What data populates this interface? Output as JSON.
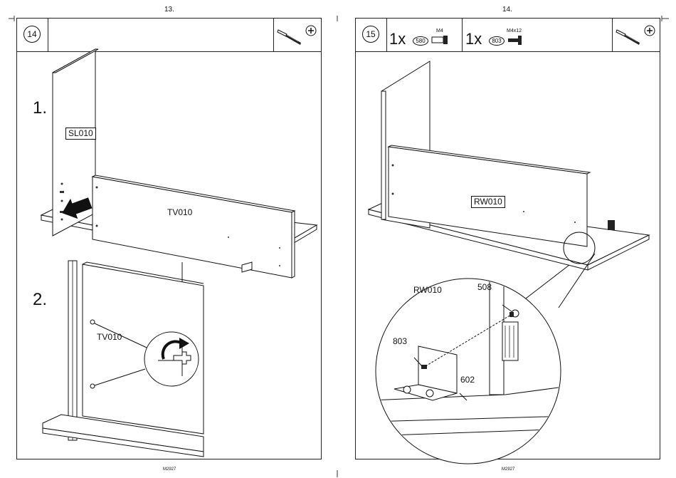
{
  "left_page": {
    "page_number": "13.",
    "footer_code": "M2927",
    "step_number": "14",
    "tool_icons": [
      "screwdriver-icon",
      "phillips-head-icon"
    ],
    "substeps": [
      {
        "number": "1.",
        "labels": [
          "SL010",
          "TV010"
        ]
      },
      {
        "number": "2.",
        "labels": [
          "TV010"
        ]
      }
    ]
  },
  "right_page": {
    "page_number": "14.",
    "footer_code": "M2927",
    "step_number": "15",
    "tool_icons": [
      "screwdriver-icon",
      "phillips-head-icon"
    ],
    "parts": [
      {
        "quantity": "1x",
        "code": "580",
        "size": "M4",
        "icon": "cam-dowel-icon"
      },
      {
        "quantity": "1x",
        "code": "803",
        "size": "M4x12",
        "icon": "screw-icon"
      }
    ],
    "panel_label": "RW010",
    "detail_labels": {
      "panel": "RW010",
      "dowel": "508",
      "screw": "803",
      "bracket": "602"
    }
  }
}
